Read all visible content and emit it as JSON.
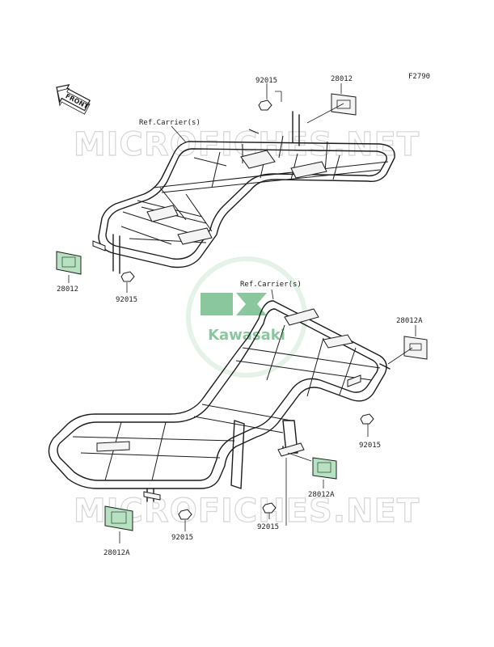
{
  "figure_code": "F2790",
  "front_arrow_text": "FRONT",
  "watermark_text": "MICROFICHES.NET",
  "logo_text": "Kawasaki",
  "colors": {
    "logo_green": "#2e9a4c",
    "reflector_green": "#b7e2c2",
    "line": "#1c1c1c"
  },
  "callouts": {
    "top_nut": "92015",
    "top_reflector": "28012",
    "top_ref": "Ref.Carrier(s)",
    "left_reflector": "28012",
    "left_nut": "92015",
    "mid_ref": "Ref.Carrier(s)",
    "right_reflector": "28012A",
    "right_nut": "92015",
    "center_reflector": "28012A",
    "center_nut": "92015",
    "bottom_nut": "92015",
    "bottom_reflector": "28012A"
  }
}
